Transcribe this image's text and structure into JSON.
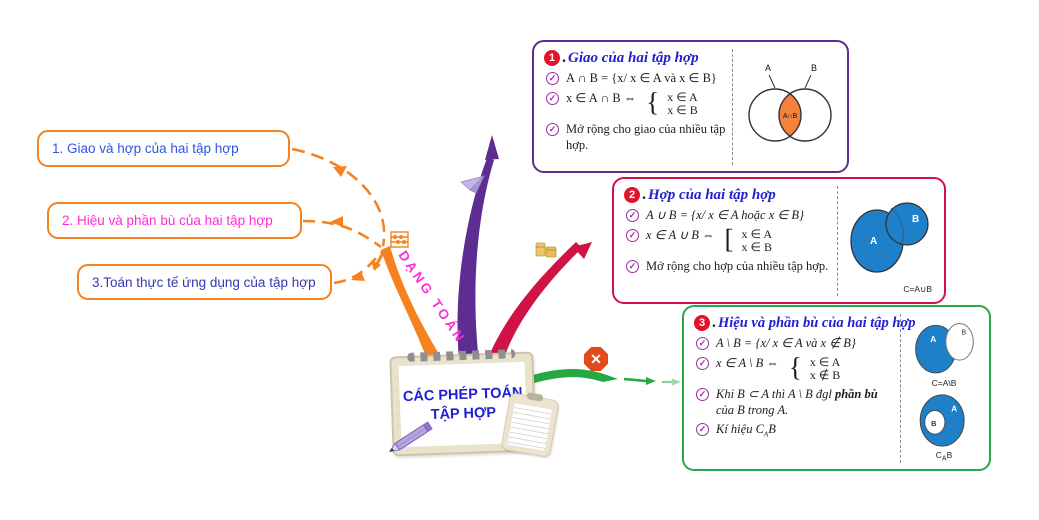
{
  "colors": {
    "orange": "#F5821F",
    "purple": "#5E2D91",
    "crimson": "#D01345",
    "green": "#28A745",
    "title_blue": "#2020CC",
    "magenta": "#FF2ED2",
    "venn_blue": "#1D80C8",
    "intersection_orange": "#F5813C",
    "badge_red": "#E3122B",
    "check_purple": "#9B2FA0"
  },
  "icons": {
    "check": "✓",
    "cancel": "✕"
  },
  "branch": {
    "label": "DẠNG TOÁN"
  },
  "center": {
    "line1": "CÁC PHÉP TOÁN",
    "line2": "TẬP HỢP"
  },
  "topics": [
    {
      "label": "1. Giao và hợp của hai tập hợp"
    },
    {
      "label": "2. Hiệu và phần bù của hai tập hợp"
    },
    {
      "label": "3.Toán thực tế ứng dụng của tập hợp"
    }
  ],
  "panels": [
    {
      "number": "1",
      "sep": ".",
      "title": "Giao của hai tập hợp",
      "b1": "A ∩ B = {x/ x ∈ A và x ∈ B}",
      "b2_prefix": "x ∈ A ∩ B ⇔",
      "b2_brace": "{",
      "b2_lines": [
        "x ∈ A",
        "x ∈ B"
      ],
      "b3": "Mở rộng cho giao của nhiều tập hợp.",
      "venn": {
        "a": "A",
        "b": "B",
        "region": "A∩B"
      }
    },
    {
      "number": "2",
      "sep": ".",
      "title": "Hợp của hai tập hợp",
      "b1": "A ∪ B = {x/ x ∈ A hoặc x ∈ B}",
      "b2_prefix": "x ∈ A ∪ B ⇔",
      "b2_brace": "[",
      "b2_lines": [
        "x ∈ A",
        "x ∈ B"
      ],
      "b3": "Mở rộng cho hợp của nhiều tập hợp.",
      "venn": {
        "a": "A",
        "b": "B",
        "caption": "C=A∪B"
      }
    },
    {
      "number": "3",
      "sep": ".",
      "title": "Hiệu và phần bù của hai tập hợp",
      "b1": "A \\ B = {x/ x ∈ A và x ∉ B}",
      "b2_prefix": "x ∈ A \\ B ⇔",
      "b2_brace": "{",
      "b2_lines": [
        "x ∈ A",
        "x ∉ B"
      ],
      "b3_pre": "Khi B ⊂ A thì A \\ B đgl ",
      "b3_bold": "phần bù",
      "b3_post": " của B trong A.",
      "b4_pre": "Kí hiệu C",
      "b4_sub": "A",
      "b4_post": "B",
      "venn1": {
        "a": "A",
        "b": "B",
        "caption": "C=A\\B"
      },
      "venn2": {
        "a": "A",
        "b": "B",
        "cap_pre": "C",
        "cap_sub": "A",
        "cap_post": "B"
      }
    }
  ]
}
